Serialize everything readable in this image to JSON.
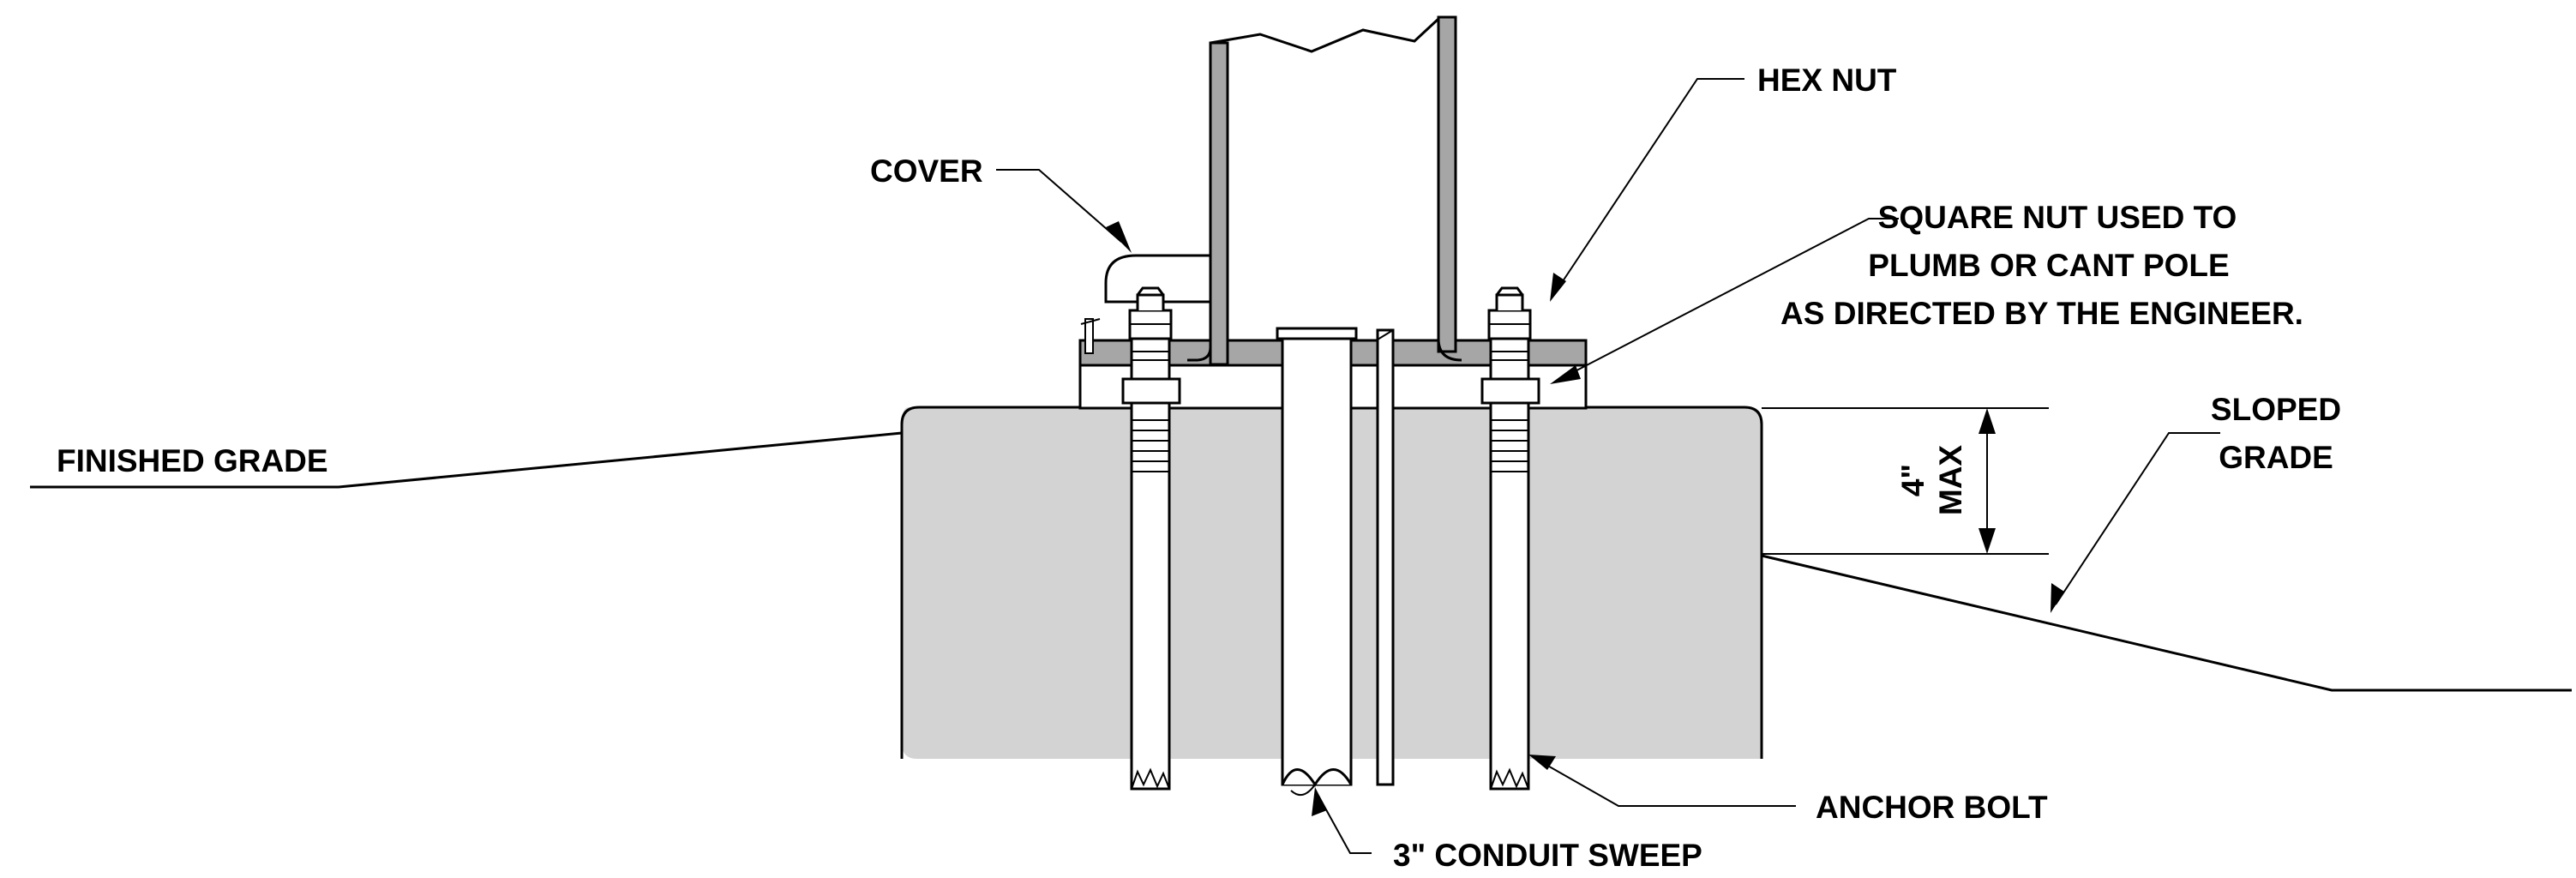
{
  "labels": {
    "cover": "COVER",
    "hex_nut": "HEX NUT",
    "square_nut_line1": "SQUARE NUT USED TO",
    "square_nut_line2": "PLUMB OR CANT POLE",
    "square_nut_line3": "AS DIRECTED BY THE ENGINEER.",
    "finished_grade": "FINISHED GRADE",
    "sloped_grade_line1": "SLOPED",
    "sloped_grade_line2": "GRADE",
    "dim_value": "4\"",
    "dim_qualifier": "MAX",
    "anchor_bolt": "ANCHOR BOLT",
    "conduit_sweep": "3\" CONDUIT SWEEP"
  },
  "colors": {
    "line": "#000000",
    "concrete": "#d3d3d3",
    "steel": "#a6a6a6",
    "background": "#ffffff"
  }
}
